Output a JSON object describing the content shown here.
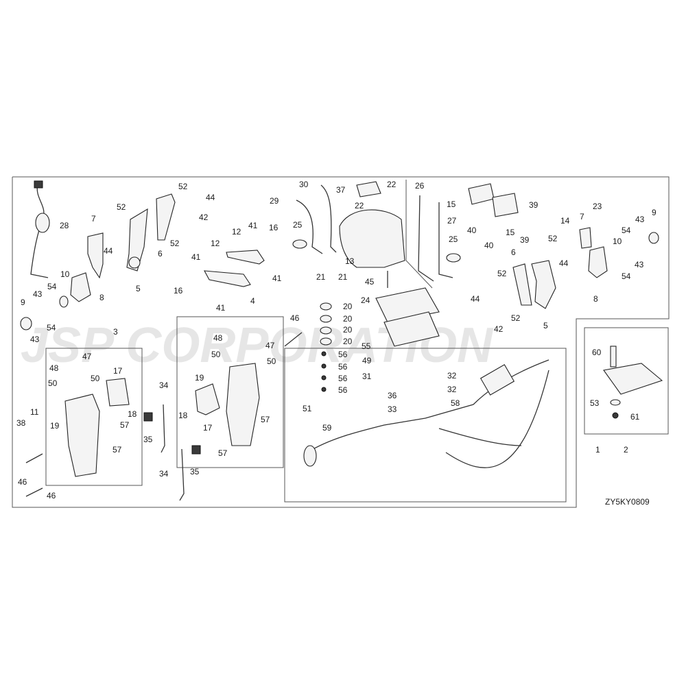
{
  "diagram": {
    "code": "ZY5KY0809",
    "watermark": "JSP CORPORATION",
    "labels": {
      "n1": "1",
      "n2": "2",
      "n3": "3",
      "n4": "4",
      "n5a": "5",
      "n5b": "5",
      "n6a": "6",
      "n6b": "6",
      "n7a": "7",
      "n7b": "7",
      "n8a": "8",
      "n8b": "8",
      "n9a": "9",
      "n9b": "9",
      "n10a": "10",
      "n10b": "10",
      "n11": "11",
      "n12a": "12",
      "n12b": "12",
      "n13": "13",
      "n14": "14",
      "n15a": "15",
      "n15b": "15",
      "n16a": "16",
      "n16b": "16",
      "n17a": "17",
      "n17b": "17",
      "n18a": "18",
      "n18b": "18",
      "n19a": "19",
      "n19b": "19",
      "n20a": "20",
      "n20b": "20",
      "n20c": "20",
      "n20d": "20",
      "n21a": "21",
      "n21b": "21",
      "n22a": "22",
      "n22b": "22",
      "n23": "23",
      "n24": "24",
      "n25a": "25",
      "n25b": "25",
      "n26": "26",
      "n27": "27",
      "n28": "28",
      "n29": "29",
      "n30": "30",
      "n31": "31",
      "n32a": "32",
      "n32b": "32",
      "n33": "33",
      "n34a": "34",
      "n34b": "34",
      "n35a": "35",
      "n35b": "35",
      "n36": "36",
      "n37": "37",
      "n38": "38",
      "n39a": "39",
      "n39b": "39",
      "n40a": "40",
      "n40b": "40",
      "n41a": "41",
      "n41b": "41",
      "n41c": "41",
      "n41d": "41",
      "n42a": "42",
      "n42b": "42",
      "n43a": "43",
      "n43b": "43",
      "n43c": "43",
      "n43d": "43",
      "n44a": "44",
      "n44b": "44",
      "n44c": "44",
      "n44d": "44",
      "n45": "45",
      "n46a": "46",
      "n46b": "46",
      "n46c": "46",
      "n47a": "47",
      "n47b": "47",
      "n48a": "48",
      "n48b": "48",
      "n49": "49",
      "n50a": "50",
      "n50b": "50",
      "n50c": "50",
      "n50d": "50",
      "n51": "51",
      "n52a": "52",
      "n52b": "52",
      "n52c": "52",
      "n52d": "52",
      "n52e": "52",
      "n52f": "52",
      "n53": "53",
      "n54a": "54",
      "n54b": "54",
      "n54c": "54",
      "n54d": "54",
      "n55": "55",
      "n56a": "56",
      "n56b": "56",
      "n56c": "56",
      "n56d": "56",
      "n57a": "57",
      "n57b": "57",
      "n57c": "57",
      "n57d": "57",
      "n58": "58",
      "n59": "59",
      "n60": "60",
      "n61": "61"
    }
  }
}
